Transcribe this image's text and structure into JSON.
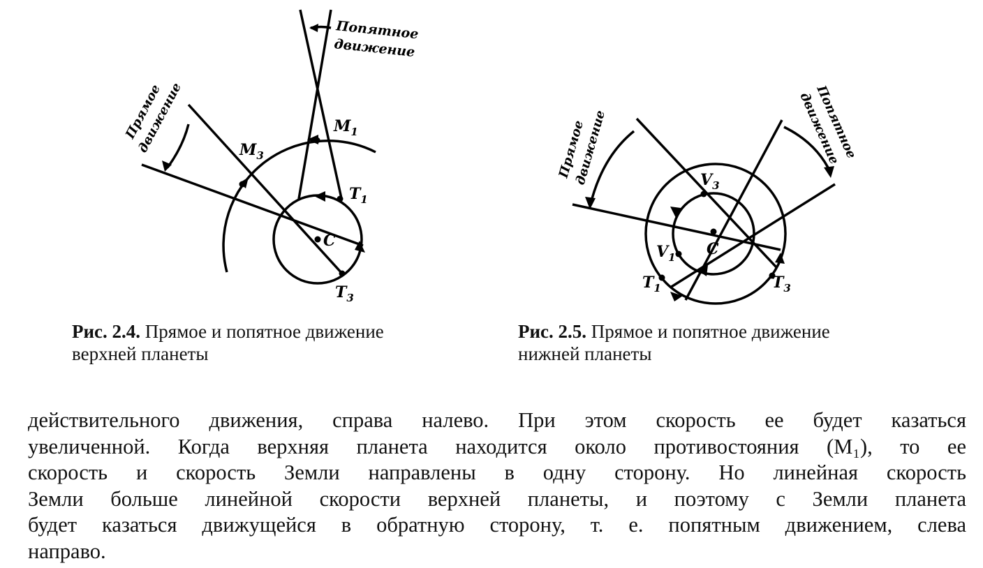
{
  "figure_left": {
    "labels": {
      "retrograde": [
        "Попятное",
        "движение"
      ],
      "prograde": [
        "Прямое",
        "движение"
      ],
      "m1": "М",
      "m1_sub": "1",
      "m3": "М",
      "m3_sub": "3",
      "t1": "T",
      "t1_sub": "1",
      "t3": "T",
      "t3_sub": "3",
      "center": "C"
    },
    "caption_num": "Рис. 2.4.",
    "caption_text": " Прямое и попятное движение",
    "caption_line2": "верхней планеты"
  },
  "figure_right": {
    "labels": {
      "retrograde": [
        "Попятное",
        "движение"
      ],
      "prograde": [
        "Прямое",
        "движение"
      ],
      "v1": "V",
      "v1_sub": "1",
      "v3": "V",
      "v3_sub": "3",
      "t1": "T",
      "t1_sub": "1",
      "t3": "T",
      "t3_sub": "3",
      "center": "C"
    },
    "caption_num": "Рис. 2.5.",
    "caption_text": " Прямое и попятное движение",
    "caption_line2": "нижней планеты"
  },
  "body": {
    "lines": [
      "действительного движения, справа налево. При этом скорость ее будет казаться",
      "увеличенной. Когда верхняя планета находится около противостояния (M₁), то ее",
      "скорость и скорость Земли направлены в одну сторону. Но линейная скорость",
      "Земли больше линейной скорости верхней планеты, и поэтому с Земли планета",
      "будет казаться движущейся в обратную сторону, т. е. попятным движением, слева",
      "направо."
    ]
  }
}
